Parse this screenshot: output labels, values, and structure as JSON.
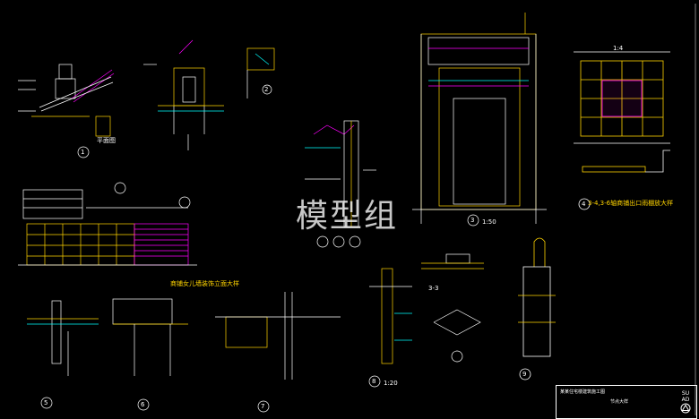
{
  "watermark": "模型组",
  "labels": {
    "plan": "平面图",
    "elevation_note": "商铺女儿墙装饰立面大样",
    "sec33": "3-3",
    "detail_34_note": "3-4,3-6轴商铺出口雨棚放大样",
    "scale_1_20": "1:20",
    "scale_1_50": "1:50",
    "dim_14": "1:4"
  },
  "circle_numbers": [
    "1",
    "2",
    "3",
    "4",
    "5",
    "6",
    "7",
    "8",
    "9"
  ],
  "title_block": {
    "project": "某某住宅楼建筑施工图",
    "drawing": "节点大样",
    "logo": "SU AD"
  },
  "colors": {
    "background": "#000000",
    "primary_line": "#ffd400",
    "secondary_line": "#00ffff",
    "accent": "#ff00ff",
    "text": "#ffffff"
  }
}
